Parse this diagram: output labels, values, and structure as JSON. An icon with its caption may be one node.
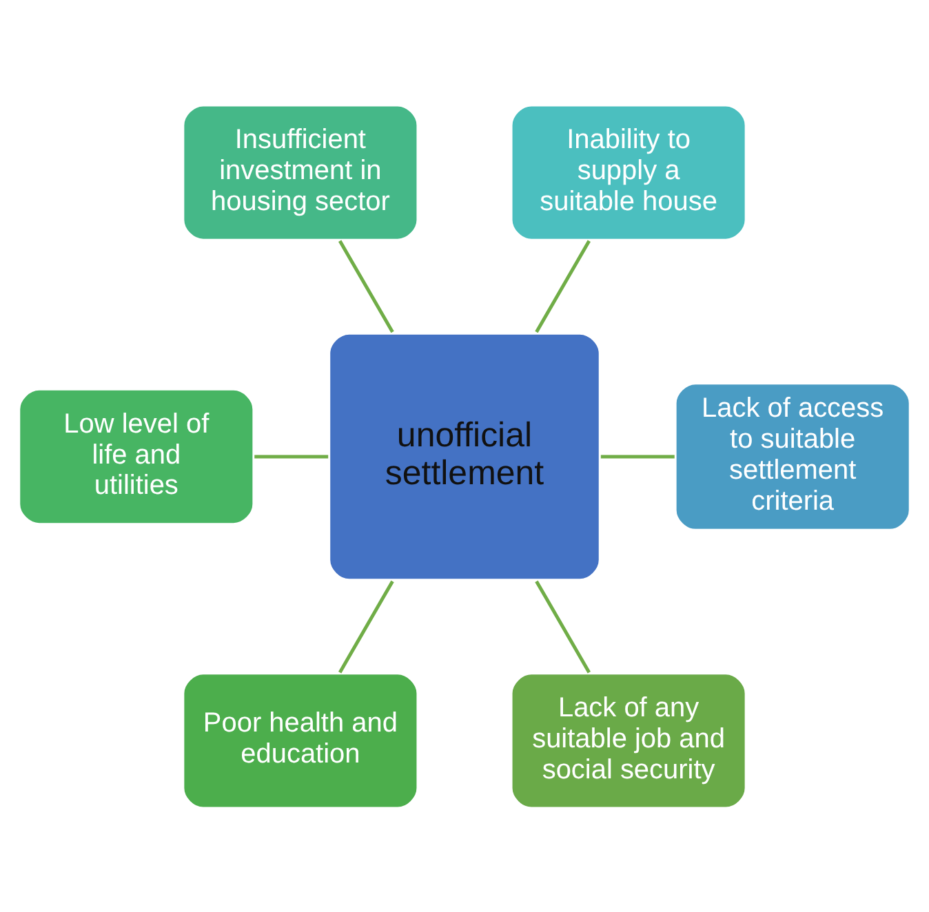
{
  "diagram": {
    "nodes": [
      {
        "text": [
          "unofficial settlement"
        ]
      },
      {
        "text": [
          "Lack of access to suitable settlement criteria"
        ]
      },
      {
        "text": [
          "Inability to supply a suitable house"
        ]
      },
      {
        "text": [
          "Insufficient investment in housing sector"
        ]
      },
      {
        "text": [
          "Low level of life and utilities"
        ]
      },
      {
        "text": [
          "Poor health and education"
        ]
      },
      {
        "text": [
          "Lack of any suitable job and social security"
        ]
      }
    ],
    "edges": [
      {
        "from": 0,
        "to": 1,
        "arrow": "none"
      },
      {
        "from": 0,
        "to": 2,
        "arrow": "none"
      },
      {
        "from": 0,
        "to": 3,
        "arrow": "none"
      },
      {
        "from": 0,
        "to": 4,
        "arrow": "none"
      },
      {
        "from": 0,
        "to": 5,
        "arrow": "none"
      },
      {
        "from": 0,
        "to": 6,
        "arrow": "none"
      }
    ]
  }
}
